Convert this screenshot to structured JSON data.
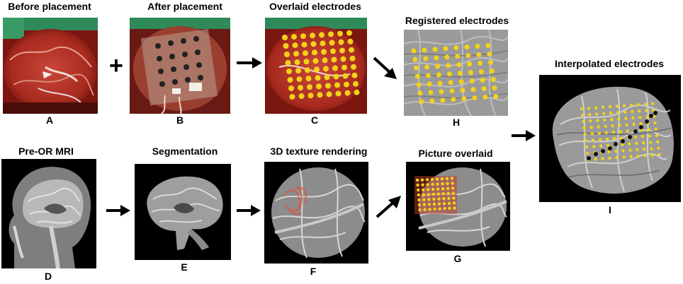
{
  "panels": {
    "A": {
      "title": "Before placement",
      "letter": "A"
    },
    "B": {
      "title": "After placement",
      "letter": "B"
    },
    "C": {
      "title": "Overlaid electrodes",
      "letter": "C"
    },
    "H": {
      "title": "Registered electrodes",
      "letter": "H"
    },
    "I": {
      "title": "Interpolated electrodes",
      "letter": "I"
    },
    "D": {
      "title": "Pre-OR MRI",
      "letter": "D"
    },
    "E": {
      "title": "Segmentation",
      "letter": "E"
    },
    "F": {
      "title": "3D texture rendering",
      "letter": "F"
    },
    "G": {
      "title": "Picture overlaid",
      "letter": "G"
    }
  },
  "operators": {
    "plus": "+"
  },
  "colors": {
    "electrode": "#f2d21a",
    "electrode_black": "#111111",
    "tissue_red": "#b8281c",
    "overlay_red": "#c0392b",
    "texture_red": "#e0553f"
  }
}
